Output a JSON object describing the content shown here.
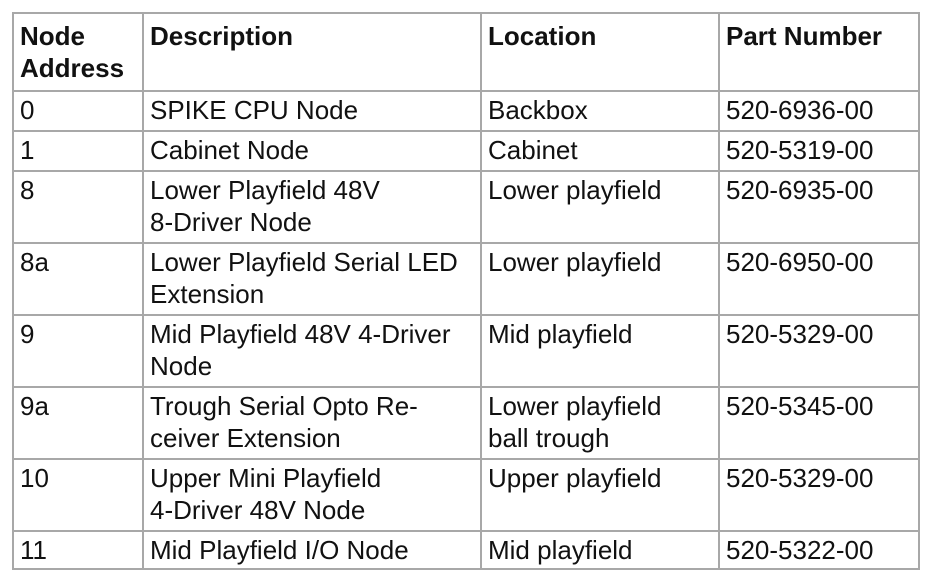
{
  "table": {
    "headers": [
      "Node\nAddress",
      "Description",
      "Location",
      "Part Number"
    ],
    "rows": [
      [
        "0",
        "SPIKE CPU Node",
        "Backbox",
        "520-6936-00"
      ],
      [
        "1",
        "Cabinet Node",
        "Cabinet",
        "520-5319-00"
      ],
      [
        "8",
        "Lower Playfield 48V\n8-Driver Node",
        "Lower playfield",
        "520-6935-00"
      ],
      [
        "8a",
        "Lower Playfield Serial LED\nExtension",
        "Lower playfield",
        "520-6950-00"
      ],
      [
        "9",
        "Mid Playfield 48V 4-Driver\nNode",
        "Mid playfield",
        "520-5329-00"
      ],
      [
        "9a",
        "Trough Serial Opto Re-\nceiver Extension",
        "Lower playfield\nball trough",
        "520-5345-00"
      ],
      [
        "10",
        "Upper Mini Playfield\n4-Driver 48V Node",
        "Upper playfield",
        "520-5329-00"
      ],
      [
        "11",
        "Mid Playfield I/O Node",
        "Mid playfield",
        "520-5322-00"
      ]
    ]
  }
}
